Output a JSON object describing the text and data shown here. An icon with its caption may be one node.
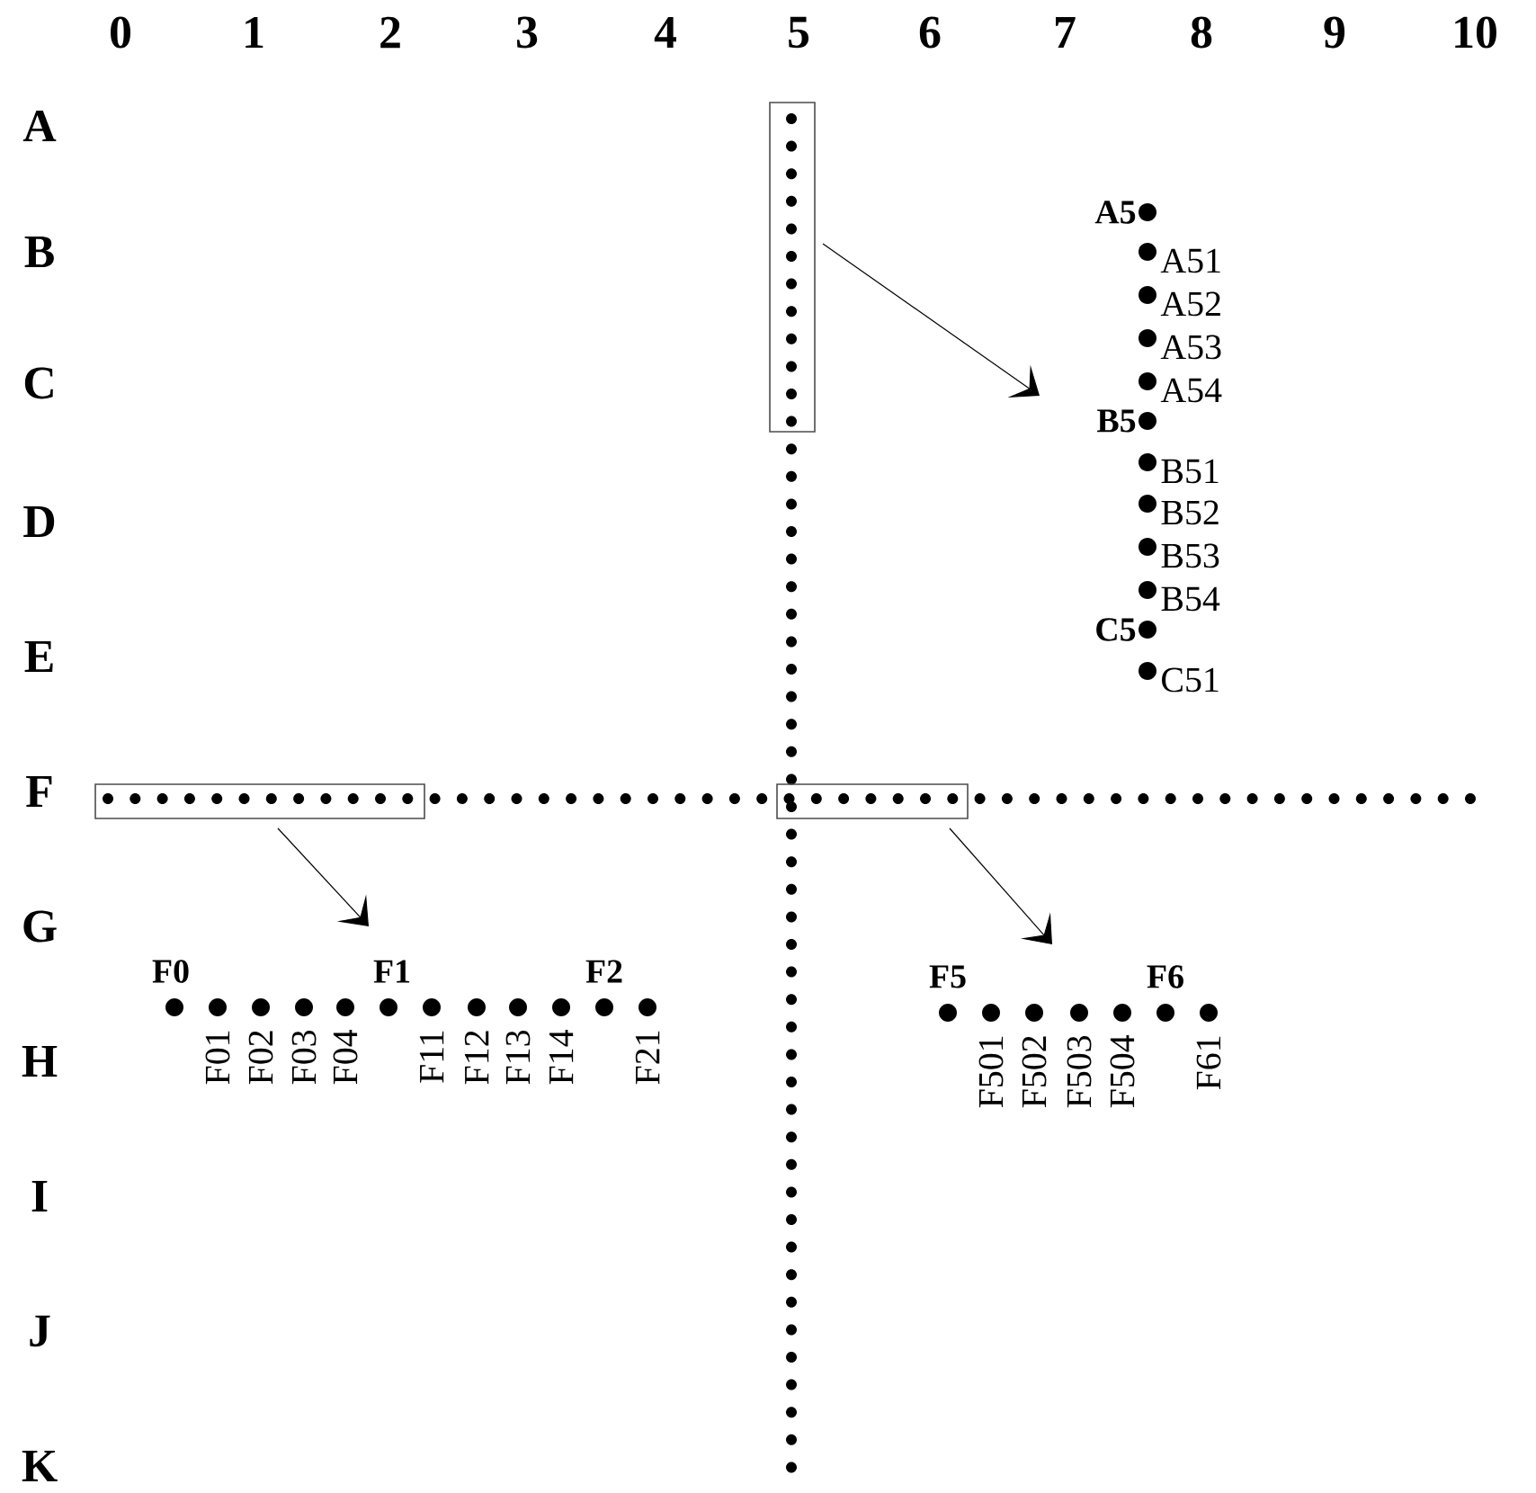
{
  "diagram": {
    "nodes": [
      {
        "text": [],
        "shape": "box"
      },
      {
        "text": [],
        "shape": "box"
      },
      {
        "text": [],
        "shape": "box"
      }
    ],
    "edges": [
      {
        "from": 0,
        "to": null,
        "arrow": "to"
      },
      {
        "from": 1,
        "to": null,
        "arrow": "to"
      },
      {
        "from": 2,
        "to": null,
        "arrow": "to"
      }
    ],
    "labels": [
      "0",
      "1",
      "2",
      "3",
      "4",
      "5",
      "6",
      "7",
      "8",
      "9",
      "10",
      "A",
      "B",
      "C",
      "D",
      "E",
      "F",
      "G",
      "H",
      "I",
      "J",
      "K",
      "A5",
      "A51",
      "A52",
      "A53",
      "A54",
      "B5",
      "B51",
      "B52",
      "B53",
      "B54",
      "C5",
      "C51",
      "F0",
      "F1",
      "F2",
      "F01",
      "F02",
      "F03",
      "F04",
      "F11",
      "F12",
      "F13",
      "F14",
      "F21",
      "F5",
      "F6",
      "F501",
      "F502",
      "F503",
      "F504",
      "F61"
    ]
  }
}
